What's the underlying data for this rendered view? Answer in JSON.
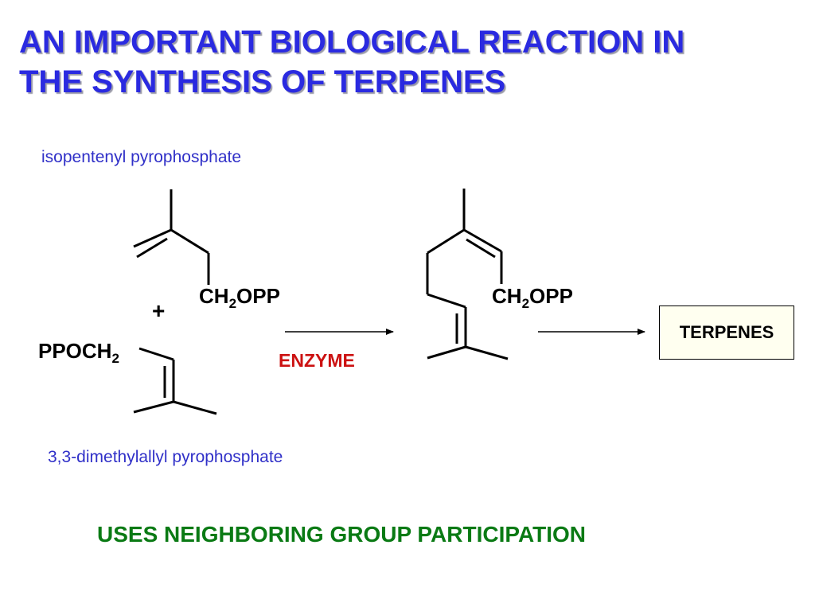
{
  "title": {
    "line1": "AN IMPORTANT BIOLOGICAL REACTION IN",
    "line2": "THE SYNTHESIS OF TERPENES"
  },
  "reactant_top": {
    "name": "isopentenyl pyrophosphate",
    "group": {
      "main": "CH",
      "sub": "2",
      "tail": "OPP"
    }
  },
  "plus": "+",
  "reactant_bottom": {
    "name": "3,3-dimethylallyl pyrophosphate",
    "group": {
      "main": "PPOCH",
      "sub": "2"
    }
  },
  "enzyme_label": "ENZYME",
  "product": {
    "group": {
      "main": "CH",
      "sub": "2",
      "tail": "OPP"
    }
  },
  "final_product": "TERPENES",
  "footer": "USES NEIGHBORING GROUP PARTICIPATION"
}
